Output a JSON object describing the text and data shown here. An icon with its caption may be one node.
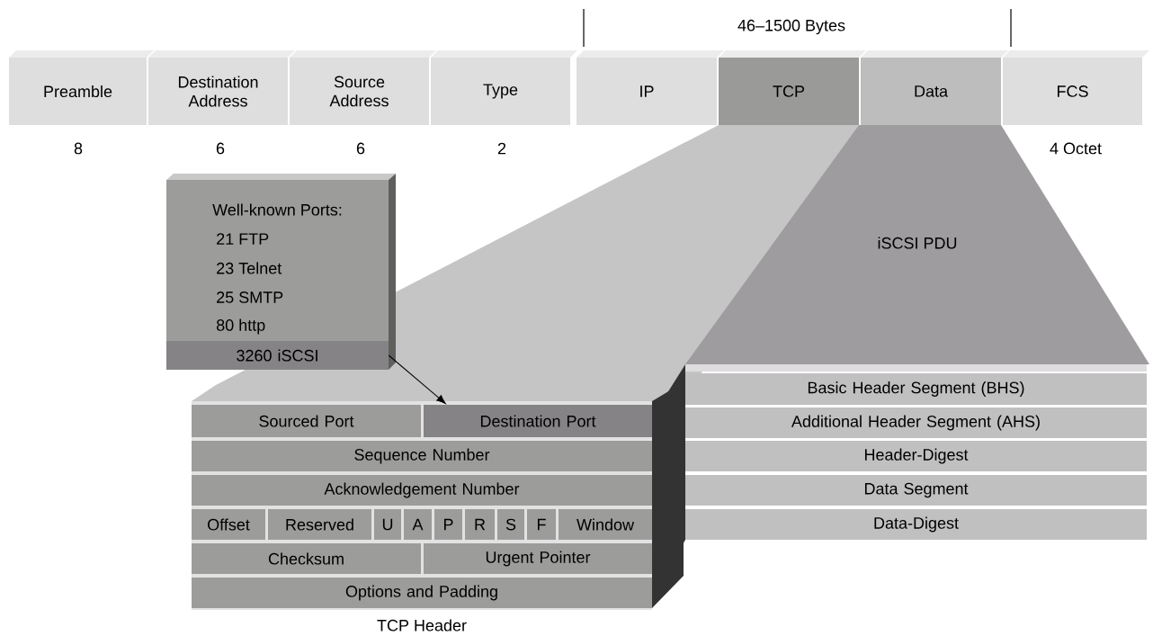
{
  "diagram": {
    "nodes": [
      {
        "text": [
          "Preamble"
        ]
      },
      {
        "text": [
          "Destination Address"
        ]
      },
      {
        "text": [
          "Source Address"
        ]
      },
      {
        "text": [
          "Type"
        ]
      },
      {
        "text": [
          "IP"
        ]
      },
      {
        "text": [
          "TCP"
        ]
      },
      {
        "text": [
          "Data"
        ]
      },
      {
        "text": [
          "FCS"
        ]
      },
      {
        "text": [
          "Well-known Ports:",
          "21 FTP",
          "23 Telnet",
          "25 SMTP",
          "80 http"
        ]
      },
      {
        "text": [
          "3260 iSCSI"
        ],
        "in": 8
      },
      {
        "text": [
          "TCP Header"
        ]
      },
      {
        "text": [
          "Sourced Port"
        ],
        "in": 10
      },
      {
        "text": [
          "Destination Port"
        ],
        "in": 10
      },
      {
        "text": [
          "Sequence Number"
        ],
        "in": 10
      },
      {
        "text": [
          "Acknowledgement Number"
        ],
        "in": 10
      },
      {
        "text": [
          "Offset"
        ],
        "in": 10
      },
      {
        "text": [
          "Reserved"
        ],
        "in": 10
      },
      {
        "text": [
          "U"
        ],
        "in": 10
      },
      {
        "text": [
          "A"
        ],
        "in": 10
      },
      {
        "text": [
          "P"
        ],
        "in": 10
      },
      {
        "text": [
          "R"
        ],
        "in": 10
      },
      {
        "text": [
          "S"
        ],
        "in": 10
      },
      {
        "text": [
          "F"
        ],
        "in": 10
      },
      {
        "text": [
          "Window"
        ],
        "in": 10
      },
      {
        "text": [
          "Checksum"
        ],
        "in": 10
      },
      {
        "text": [
          "Urgent Pointer"
        ],
        "in": 10
      },
      {
        "text": [
          "Options and Padding"
        ],
        "in": 10
      },
      {
        "text": [
          "iSCSI PDU"
        ]
      },
      {
        "text": [
          "Basic Header Segment (BHS)"
        ]
      },
      {
        "text": [
          "Additional Header Segment (AHS)"
        ]
      },
      {
        "text": [
          "Header-Digest"
        ]
      },
      {
        "text": [
          "Data Segment"
        ]
      },
      {
        "text": [
          "Data-Digest"
        ]
      }
    ],
    "edges": [
      {
        "from": 9,
        "to": 12,
        "arrow": "to"
      }
    ],
    "labels": [
      "46–1500 Bytes",
      "8",
      "6",
      "6",
      "2",
      "4 Octet"
    ]
  }
}
